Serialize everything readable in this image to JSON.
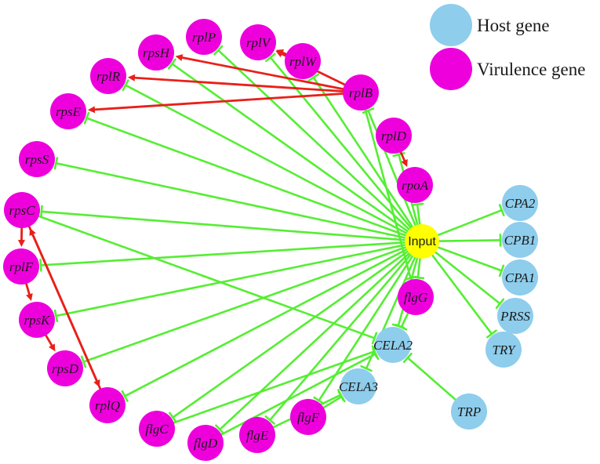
{
  "colors": {
    "host": "#8ecdec",
    "virulence": "#ee00dd",
    "input": "#ffff00",
    "inhibit": "#55ee33",
    "activate": "#e8201a"
  },
  "legend": {
    "host_label": "Host gene",
    "virulence_label": "Virulence gene"
  },
  "input_label": "Input",
  "virulence_genes": [
    "rpsH",
    "rplP",
    "rplV",
    "rplW",
    "rplR",
    "rplB",
    "rpsE",
    "rplD",
    "rpsS",
    "rpoA",
    "rpsC",
    "rplF",
    "rpsK",
    "rpsD",
    "rplQ",
    "flgC",
    "flgD",
    "flgE",
    "flgF",
    "flgG"
  ],
  "host_genes": [
    "CPA2",
    "CPB1",
    "CPA1",
    "PRSS",
    "TRY",
    "CELA2",
    "CELA3",
    "TRP"
  ],
  "activations": [
    [
      "rplB",
      "rpsH"
    ],
    [
      "rplB",
      "rplR"
    ],
    [
      "rplB",
      "rpsE"
    ],
    [
      "rplB",
      "rplV"
    ],
    [
      "rplW",
      "rplV"
    ],
    [
      "rplD",
      "rpoA"
    ],
    [
      "rpsC",
      "rplQ"
    ],
    [
      "rplQ",
      "rpsC"
    ],
    [
      "rpsC",
      "rplF"
    ],
    [
      "rplF",
      "rpsK"
    ],
    [
      "rpsK",
      "rpsD"
    ]
  ],
  "inhibitions": [
    [
      "Input",
      "rplP"
    ],
    [
      "Input",
      "rplV"
    ],
    [
      "Input",
      "rplW"
    ],
    [
      "Input",
      "rplR"
    ],
    [
      "Input",
      "rplB"
    ],
    [
      "Input",
      "rpsS"
    ],
    [
      "Input",
      "rpsC"
    ],
    [
      "Input",
      "rplF"
    ],
    [
      "Input",
      "rpsK"
    ],
    [
      "Input",
      "rpsD"
    ],
    [
      "Input",
      "rplQ"
    ],
    [
      "Input",
      "flgC"
    ],
    [
      "Input",
      "flgD"
    ],
    [
      "Input",
      "flgE"
    ],
    [
      "Input",
      "flgF"
    ],
    [
      "Input",
      "flgG"
    ],
    [
      "Input",
      "rpoA"
    ],
    [
      "Input",
      "rplD"
    ],
    [
      "Input",
      "rpsE"
    ],
    [
      "Input",
      "rpsH"
    ],
    [
      "Input",
      "CPA2"
    ],
    [
      "Input",
      "CPB1"
    ],
    [
      "Input",
      "CPA1"
    ],
    [
      "Input",
      "PRSS"
    ],
    [
      "Input",
      "TRY"
    ],
    [
      "Input",
      "CELA2"
    ],
    [
      "Input",
      "CELA3"
    ],
    [
      "rpsC",
      "CELA2"
    ],
    [
      "flgC",
      "CELA2"
    ],
    [
      "flgD",
      "CELA2"
    ],
    [
      "flgE",
      "CELA3"
    ],
    [
      "flgF",
      "CELA3"
    ],
    [
      "TRP",
      "CELA2"
    ],
    [
      "flgG",
      "CELA2"
    ],
    [
      "rplB",
      "flgG"
    ]
  ]
}
